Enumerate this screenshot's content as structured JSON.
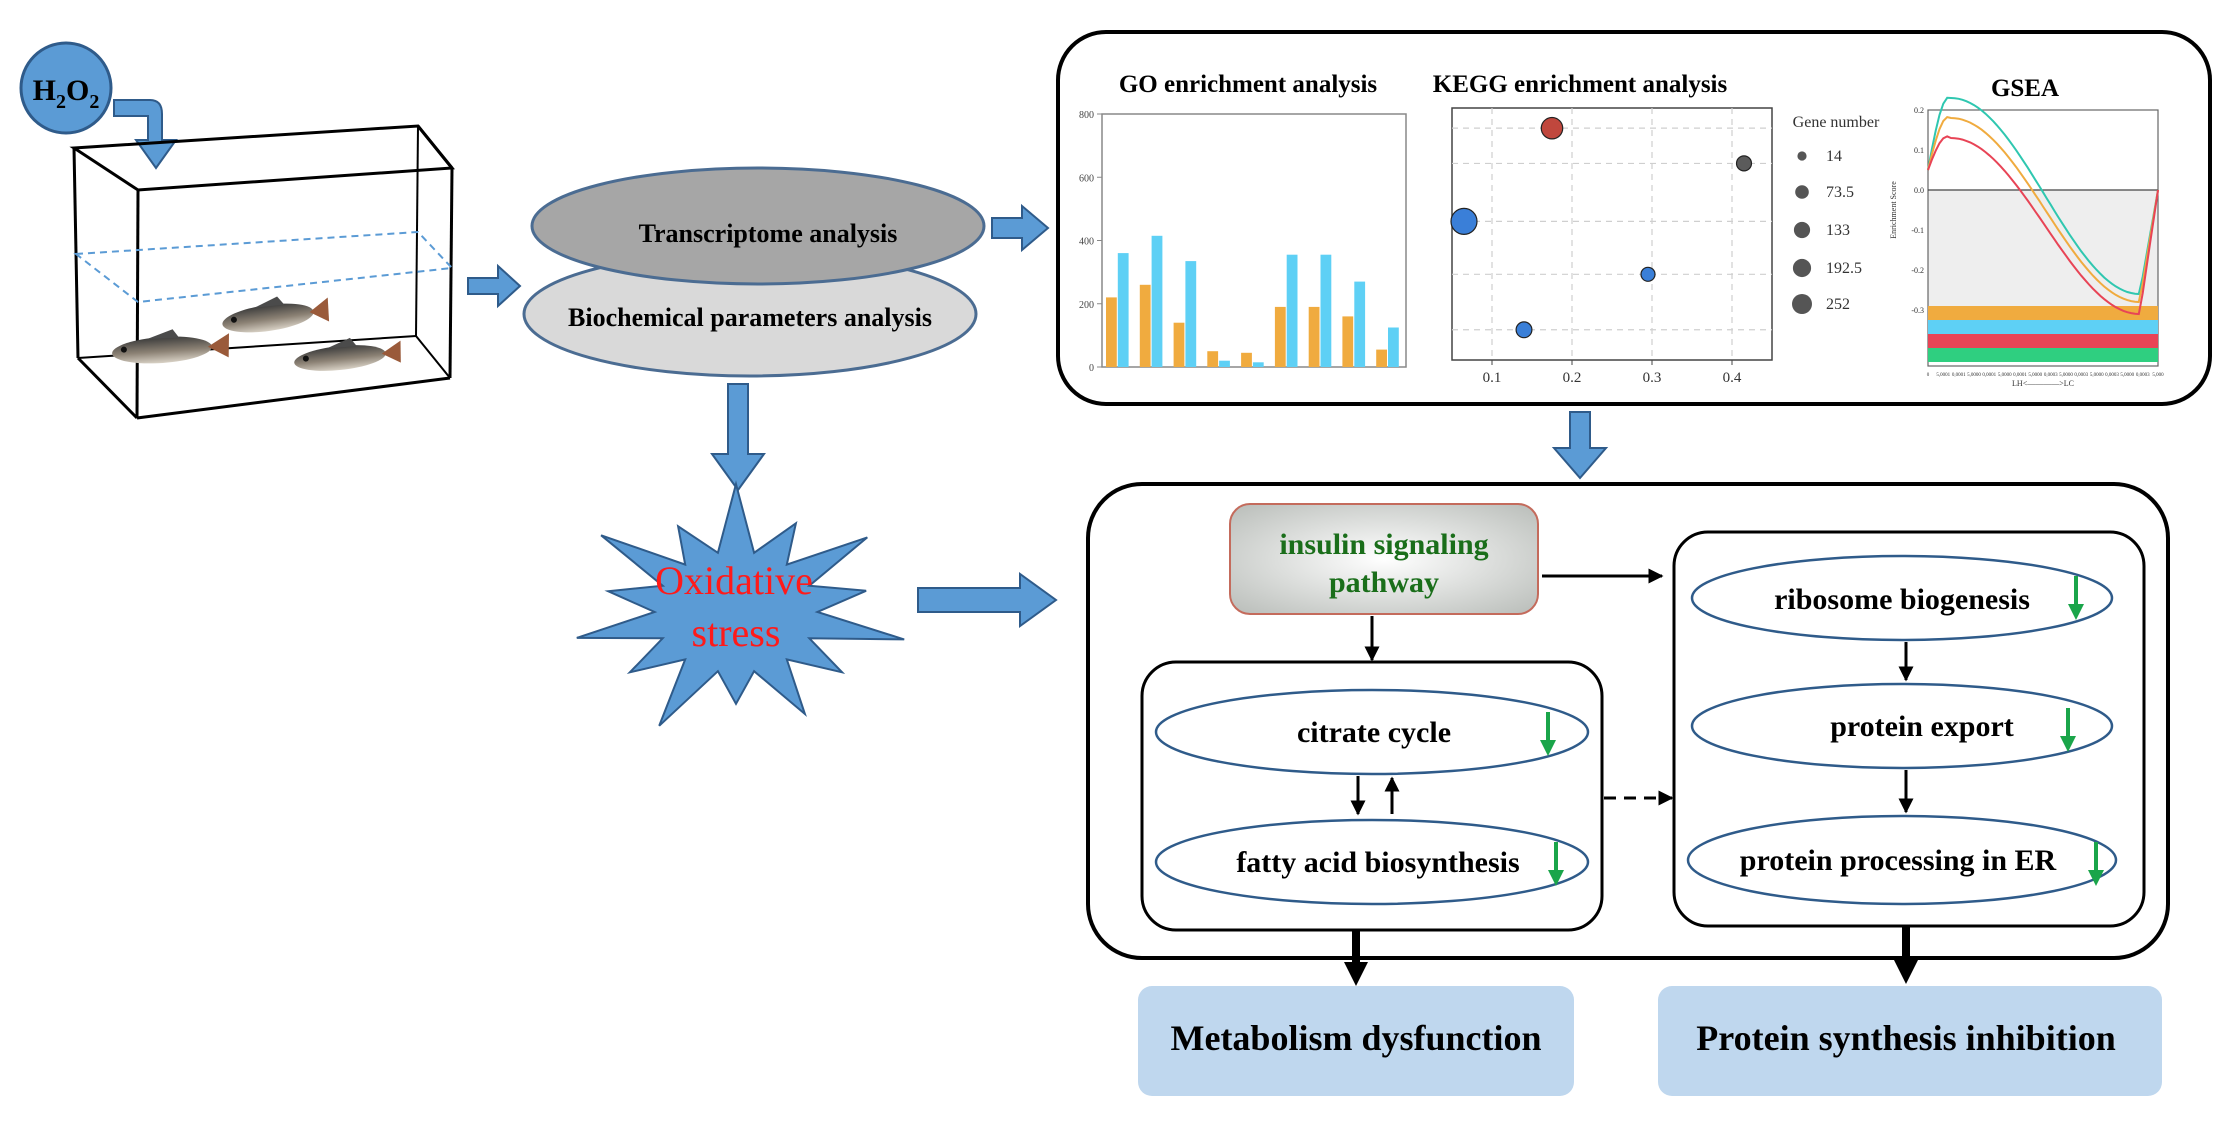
{
  "chemical": {
    "h": "H",
    "sub1": "2",
    "o": "O",
    "sub2": "2"
  },
  "analysis": {
    "transcriptome": "Transcriptome analysis",
    "biochemical": "Biochemical parameters analysis"
  },
  "stress_label": {
    "line1": "Oxidative",
    "line2": "stress"
  },
  "go_chart": {
    "title": "GO enrichment analysis",
    "y_ticks": [
      "0",
      "200",
      "400",
      "600",
      "800"
    ],
    "colors": {
      "orange": "#f0ab3f",
      "blue": "#5ed0f5"
    },
    "chart_data": {
      "type": "bar",
      "ylim": [
        0,
        800
      ],
      "series": [
        {
          "values": [
            220,
            260,
            140,
            50,
            45,
            190,
            190,
            160,
            55
          ]
        },
        {
          "values": [
            360,
            415,
            335,
            20,
            15,
            355,
            355,
            270,
            125
          ]
        }
      ]
    }
  },
  "kegg_chart": {
    "title": "KEGG enrichment analysis",
    "x_ticks": [
      "0.1",
      "0.2",
      "0.3",
      "0.4"
    ],
    "legend_title": "Gene number",
    "legend_values": [
      "14",
      "73.5",
      "133",
      "192.5",
      "252"
    ],
    "chart_data": {
      "type": "scatter",
      "xlim": [
        0.05,
        0.45
      ],
      "points": [
        {
          "x": 0.175,
          "y": 0.92,
          "size": 150,
          "color": "#c0473d"
        },
        {
          "x": 0.065,
          "y": 0.55,
          "size": 252,
          "color": "#3a7fd8"
        },
        {
          "x": 0.415,
          "y": 0.78,
          "size": 50,
          "color": "#5b5b5b"
        },
        {
          "x": 0.295,
          "y": 0.34,
          "size": 40,
          "color": "#3a7fd8"
        },
        {
          "x": 0.14,
          "y": 0.12,
          "size": 60,
          "color": "#3a7fd8"
        }
      ]
    }
  },
  "gsea_chart": {
    "title": "GSEA",
    "ylabel": "Enrichment Score",
    "xlabel": "LH<————>LC",
    "y_ticks": [
      "0.2",
      "0.1",
      "0.0",
      "-0.1",
      "-0.2",
      "-0.3"
    ],
    "x_ticks": [
      "0",
      "5,0001",
      "0,0001",
      "5,0000",
      "0,0001",
      "5,0000",
      "0,0001",
      "5,0000",
      "0,0003",
      "5,0000",
      "0,0003",
      "5,0000",
      "0,0003",
      "5,0000",
      "0,0003",
      "5,000"
    ],
    "bands": [
      "#f0ab3f",
      "#5ed0f5",
      "#e84456",
      "#2fcf80"
    ],
    "curve_colors": [
      "#2fc7b0",
      "#f0ab3f",
      "#e84456"
    ]
  },
  "pathway": {
    "insulin": {
      "line1": "insulin signaling",
      "line2": "pathway"
    },
    "left_group": [
      "citrate cycle",
      "fatty acid biosynthesis"
    ],
    "right_group": [
      "ribosome biogenesis",
      "protein export",
      "protein processing in ER"
    ]
  },
  "outcomes": {
    "left": "Metabolism dysfunction",
    "right": "Protein synthesis inhibition"
  },
  "colors": {
    "block_arrow": "#5b9bd5",
    "down_arrow": "#1aa54a",
    "insulin_text": "#1a6e1a",
    "stress_text": "#ff1a1a",
    "outcome_box": "#bfd7ee"
  }
}
